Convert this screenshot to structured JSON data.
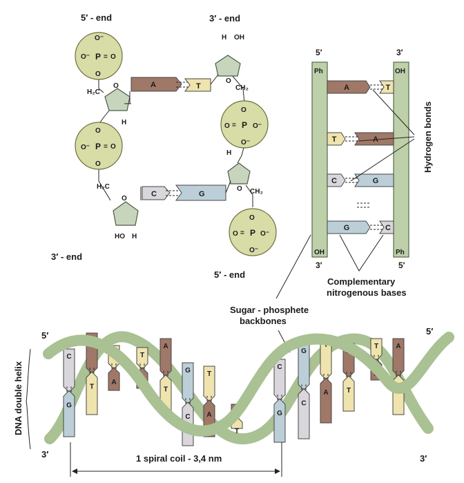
{
  "colors": {
    "A": "#a07868",
    "T": "#efe4ae",
    "G": "#bccfd8",
    "C": "#d9d6dc",
    "backbone": "#a7c092",
    "phosphate": "#d8dca6",
    "sugar": "#c7d5bd"
  },
  "strand_diagram": {
    "top_left_end": "5′ - end",
    "top_right_end": "3′ - end",
    "bottom_left_end": "3′ - end",
    "bottom_right_end": "5′ - end",
    "phosphate": {
      "p": "P",
      "o": "O",
      "o_minus": "O⁻",
      "eq": "="
    },
    "ch2_left": "H₂C",
    "ch2_right": "CH₂",
    "ring_o": "O",
    "h": "H",
    "oh": "OH",
    "ho": "HO",
    "pair1": [
      "A",
      "T"
    ],
    "pair2": [
      "C",
      "G"
    ]
  },
  "ladder_diagram": {
    "left_top": "5′",
    "right_top": "3′",
    "left_bottom": "3′",
    "right_bottom": "5′",
    "ph": "Ph",
    "oh": "OH",
    "rungs": [
      {
        "left": "A",
        "right": "T"
      },
      {
        "left": "T",
        "right": "A"
      },
      {
        "left": "C",
        "right": "G"
      },
      {
        "left": "G",
        "right": "C"
      }
    ],
    "hydrogen_bonds_label": "Hydrogen bonds",
    "complementary_label": [
      "Complementary",
      "nitrogenous bases"
    ]
  },
  "sugar_backbone_label": [
    "Sugar - phosphete",
    "backbones"
  ],
  "helix": {
    "left_top": "5′",
    "right_top": "5′",
    "left_bottom": "3′",
    "right_bottom": "3′",
    "side_label": "DNA double helix",
    "coil_label": "1 spiral coil - 3,4 nm",
    "pairs": [
      {
        "top": "C",
        "bottom": "G"
      },
      {
        "top": "A",
        "bottom": "T"
      },
      {
        "top": "T",
        "bottom": "A"
      },
      {
        "top": "T",
        "bottom": "A"
      },
      {
        "top": "A",
        "bottom": "T"
      },
      {
        "top": "G",
        "bottom": "C"
      },
      {
        "top": "T",
        "bottom": "A"
      },
      {
        "top": "A",
        "bottom": "T"
      },
      {
        "top": "C",
        "bottom": "G"
      },
      {
        "top": "G",
        "bottom": "C"
      },
      {
        "top": "T",
        "bottom": "A"
      },
      {
        "top": "A",
        "bottom": "T"
      },
      {
        "top": "T",
        "bottom": "A"
      },
      {
        "top": "A",
        "bottom": "T"
      }
    ]
  }
}
